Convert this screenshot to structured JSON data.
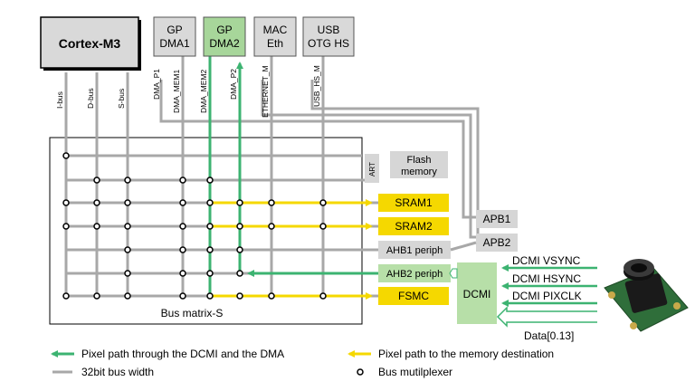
{
  "masters": {
    "cpu": "Cortex-M3",
    "dma1": [
      "GP",
      "DMA1"
    ],
    "dma2": [
      "GP",
      "DMA2"
    ],
    "mac": [
      "MAC",
      "Eth"
    ],
    "usb": [
      "USB",
      "OTG HS"
    ]
  },
  "bus_labels": {
    "ibus": "I-bus",
    "dbus": "D-bus",
    "sbus": "S-bus",
    "dma_p1": "DMA_P1",
    "dma_mem1": "DMA_MEM1",
    "dma_mem2": "DMA_MEM2",
    "dma_p2": "DMA_P2",
    "ethernet_m": "ETHERNET_M",
    "usb_hs_m": "USB_HS_M"
  },
  "matrix_label": "Bus matrix-S",
  "slaves": {
    "art": "ART",
    "flash": [
      "Flash",
      "memory"
    ],
    "sram1": "SRAM1",
    "sram2": "SRAM2",
    "ahb1": "AHB1 periph",
    "ahb2": "AHB2 periph",
    "fsmc": "FSMC",
    "apb1": "APB1",
    "apb2": "APB2",
    "dcmi": "DCMI"
  },
  "signals": {
    "vsync": "DCMI VSYNC",
    "hsync": "DCMI HSYNC",
    "pixclk": "DCMI PIXCLK",
    "data": "Data[0.13]"
  },
  "legend": {
    "pixel_dma": "Pixel path through the DCMI and the DMA",
    "pixel_mem": "Pixel path to the memory destination",
    "bus_width": "32bit bus width",
    "mux": "Bus mutilplexer"
  },
  "colors": {
    "green": "#3cb371",
    "yellow": "#f5d800",
    "gray": "#a8a8a8",
    "dcmi_fill": "#b7dfa8",
    "ahb2_fill": "#b7dfa8",
    "slave_fill": "#d6d6d6",
    "master_fill": "#d9d9d9",
    "dma2_fill": "#a7d69a"
  }
}
